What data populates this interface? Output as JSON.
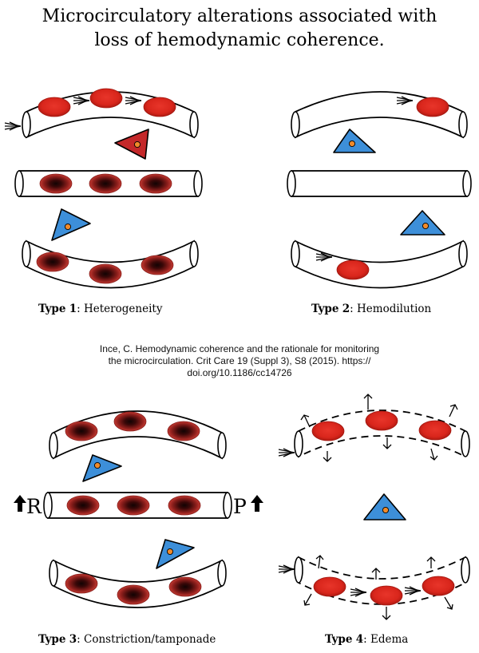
{
  "title": {
    "line1": "Microcirculatory alterations associated with",
    "line2": "loss of hemodynamic coherence."
  },
  "citation": {
    "line1": "Ince, C. Hemodynamic coherence and the rationale for monitoring",
    "line2": "the microcirculation. Crit Care 19 (Suppl 3), S8 (2015). https://",
    "line3": "doi.org/10.1186/cc14726"
  },
  "panels": [
    {
      "type_word": "Type",
      "number": "1",
      "separator": ":",
      "name": "Heterogeneity"
    },
    {
      "type_word": "Type",
      "number": "2",
      "separator": ":",
      "name": "Hemodilution"
    },
    {
      "type_word": "Type",
      "number": "3",
      "separator": ":",
      "name": "Constriction/tamponade"
    },
    {
      "type_word": "Type",
      "number": "4",
      "separator": ":",
      "name": "Edema"
    }
  ],
  "pressure_labels": {
    "left": "R",
    "right": "P"
  },
  "colors": {
    "rbc_bright": "#d9261c",
    "rbc_dark": "#b12a25",
    "rbc_core": "#1a0505",
    "triangle_red": "#c4282a",
    "triangle_blue": "#3d8fd9",
    "dot_orange": "#f08a2a",
    "outline": "#000000"
  },
  "icons": [
    "flow-arrow-icon",
    "up-arrow-icon",
    "leak-arrow-icon"
  ]
}
